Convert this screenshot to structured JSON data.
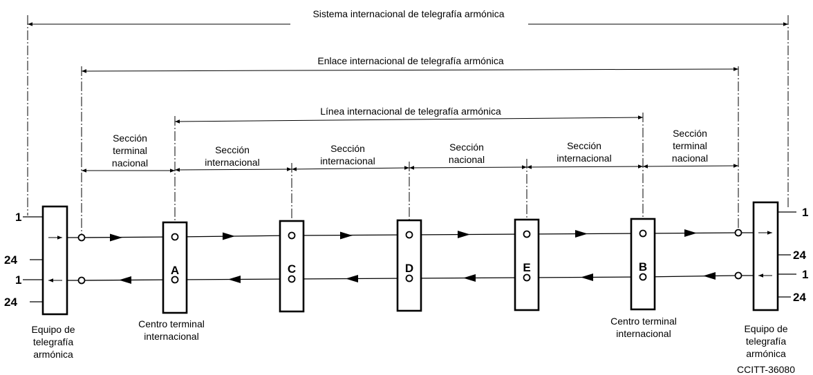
{
  "top_labels": {
    "sistema": "Sistema internacional de telegrafía armónica",
    "enlace": "Enlace internacional de telegrafía armónica",
    "linea": "Línea internacional de telegrafía armónica"
  },
  "sections": [
    {
      "line1": "Sección",
      "line2": "terminal",
      "line3": "nacional"
    },
    {
      "line1": "Sección",
      "line2": "internacional"
    },
    {
      "line1": "Sección",
      "line2": "internacional"
    },
    {
      "line1": "Sección",
      "line2": "nacional"
    },
    {
      "line1": "Sección",
      "line2": "internacional"
    },
    {
      "line1": "Sección",
      "line2": "terminal",
      "line3": "nacional"
    }
  ],
  "stations": [
    "A",
    "C",
    "D",
    "E",
    "B"
  ],
  "terminal_centre": {
    "line1": "Centro terminal",
    "line2": "internacional"
  },
  "equipment": {
    "line1": "Equipo de",
    "line2": "telegrafía",
    "line3": "armónica"
  },
  "channel_numbers": {
    "first": "1",
    "last": "24"
  },
  "figure_ref": "CCITT-36080"
}
